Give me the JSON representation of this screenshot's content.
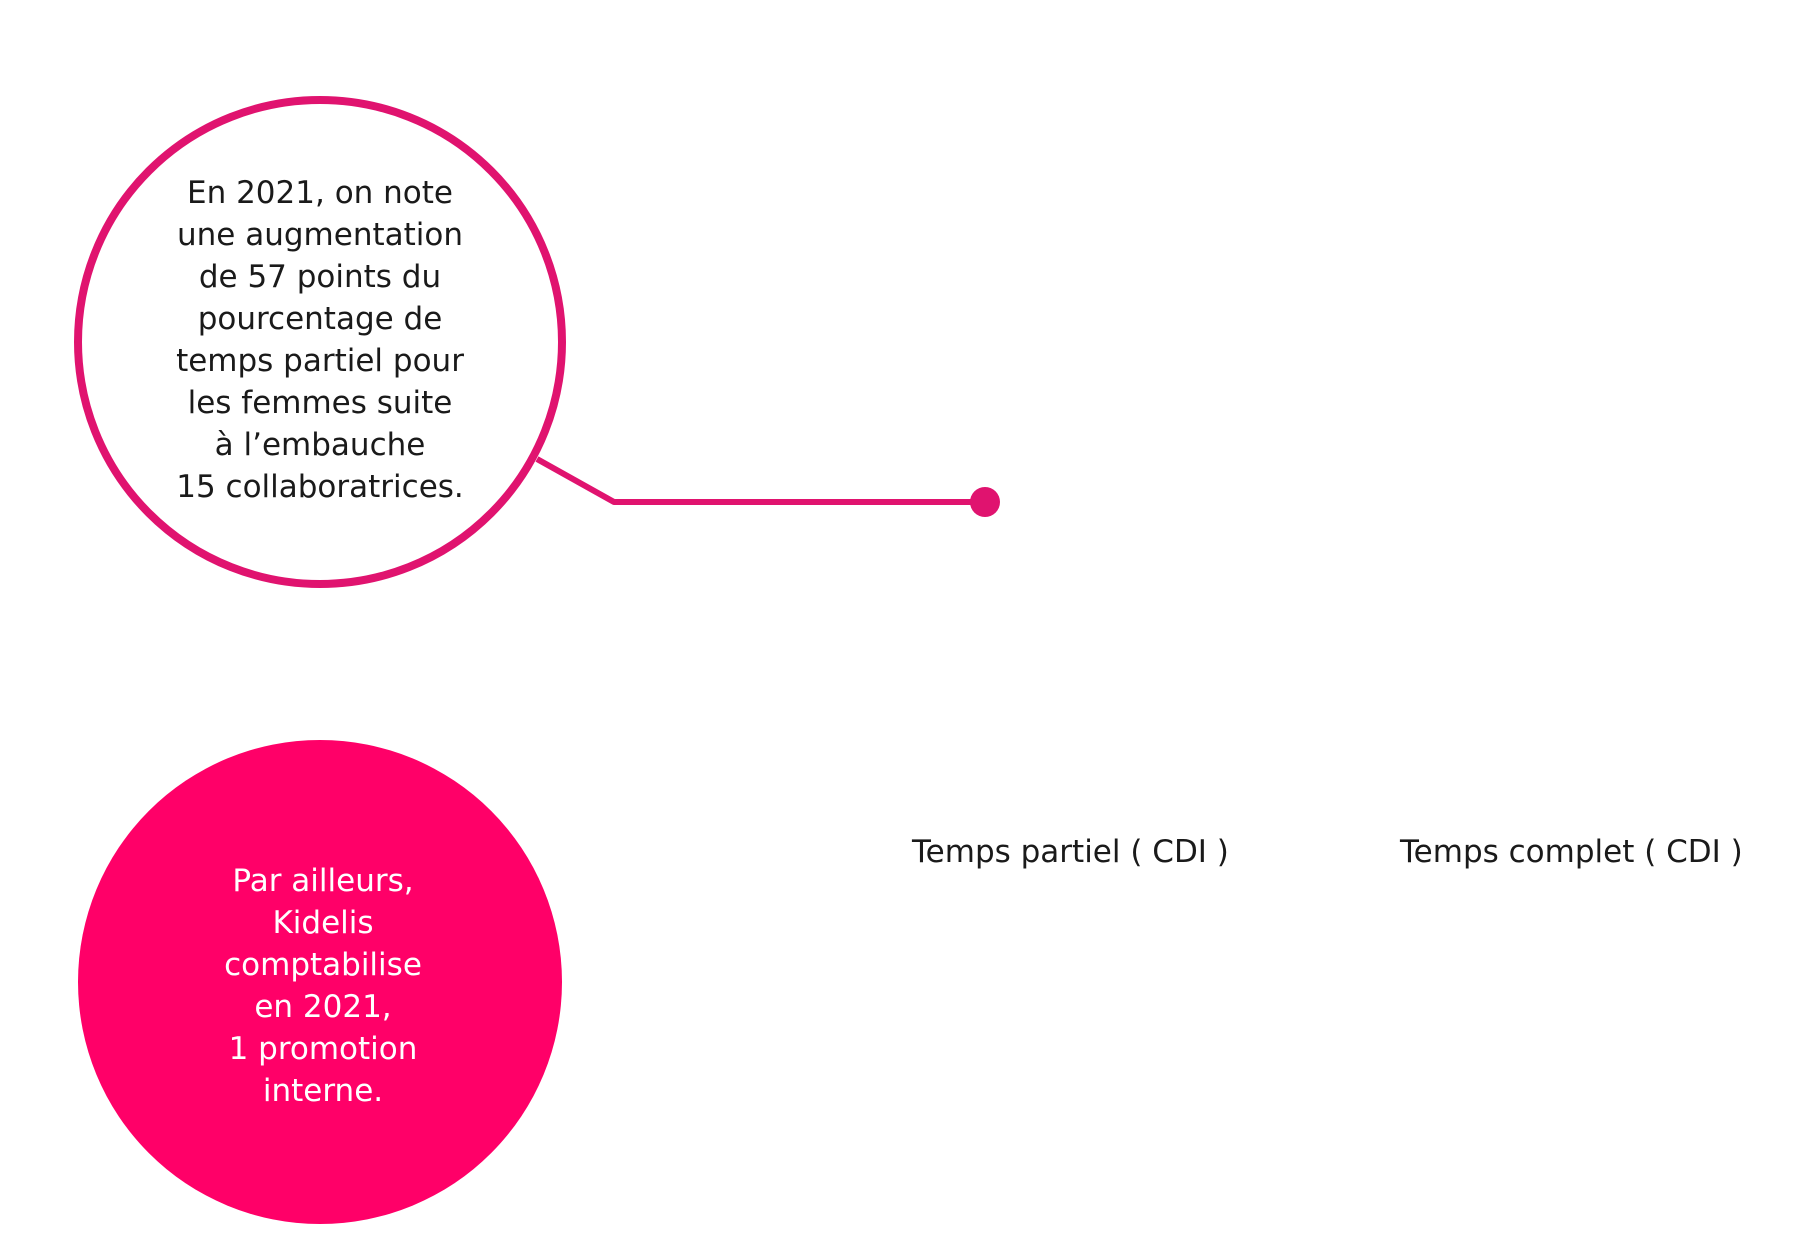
{
  "colors": {
    "accent": "#e0136f",
    "promotion_fill": "#ff0068",
    "text": "#1a1a1a",
    "text_on_accent": "#ffffff"
  },
  "callout": {
    "text": "En 2021, on note\nune augmentation\nde 57 points du\npourcentage de\ntemps partiel pour\nles femmes suite\nà l’embauche\n15 collaboratrices."
  },
  "promotion": {
    "text": "Par ailleurs,\nKidelis\ncomptabilise\nen 2021,\n1 promotion\ninterne."
  },
  "categories": {
    "partiel": "Temps partiel ( CDI )",
    "complet": "Temps complet ( CDI )"
  }
}
